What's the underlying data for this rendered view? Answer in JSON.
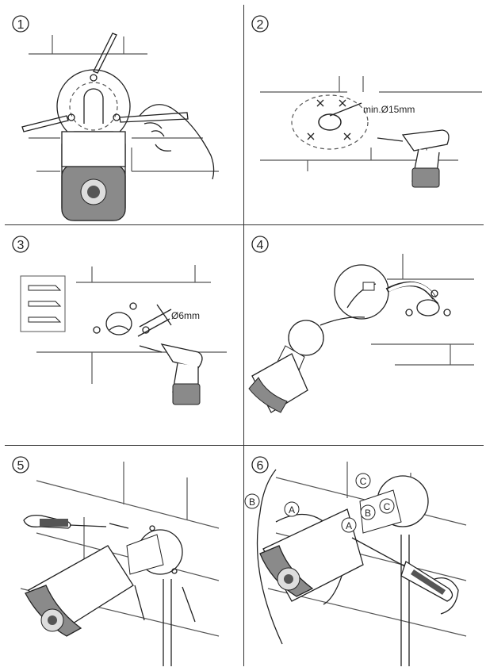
{
  "steps": [
    {
      "number": "1"
    },
    {
      "number": "2",
      "label": "min.Ø15mm"
    },
    {
      "number": "3",
      "label": "Ø6mm"
    },
    {
      "number": "4"
    },
    {
      "number": "5"
    },
    {
      "number": "6",
      "callouts": {
        "a": "A",
        "b": "B",
        "c": "C"
      }
    }
  ],
  "colors": {
    "ink": "#222222",
    "line": "#555555",
    "camera_grey": "#8a8a8a",
    "lens_dark": "#555555",
    "panel_border": "#333333"
  },
  "icons": [
    "pencil-icon",
    "drill-icon",
    "wall-plug-icon",
    "screwdriver-icon",
    "screw-icon",
    "camera-icon",
    "rotation-arrow-icon"
  ]
}
